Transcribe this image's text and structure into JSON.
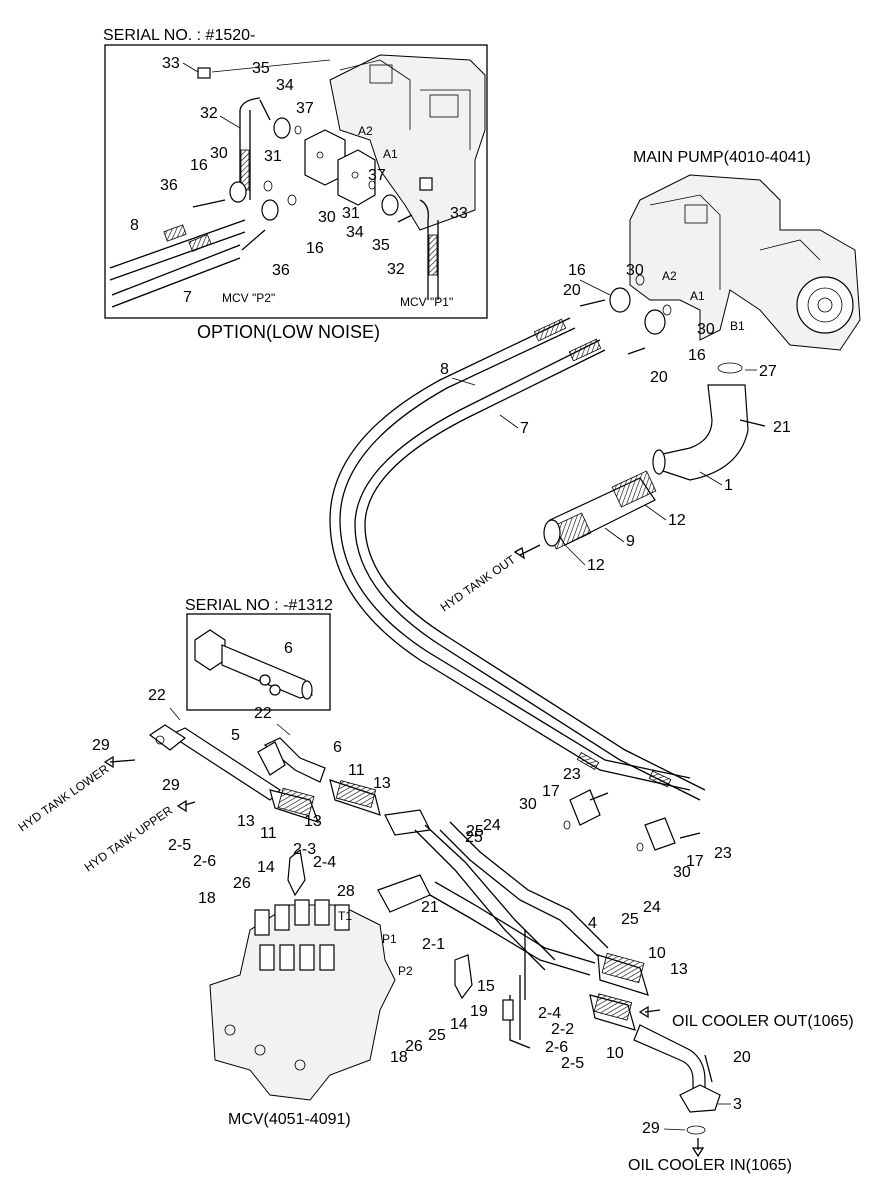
{
  "inset_top": {
    "title": "SERIAL NO. : #1520-",
    "caption": "OPTION(LOW NOISE)",
    "port_p2": "MCV \"P2\"",
    "port_p1": "MCV \"P1\"",
    "port_a2": "A2",
    "port_a1": "A1",
    "callouts": [
      "33",
      "35",
      "34",
      "37",
      "32",
      "31",
      "30",
      "16",
      "36",
      "8",
      "7",
      "37",
      "31",
      "33",
      "34",
      "35",
      "32",
      "30",
      "16",
      "36"
    ]
  },
  "inset_mid": {
    "title": "SERIAL NO : -#1312",
    "callouts": [
      "6"
    ]
  },
  "main_pump": {
    "title": "MAIN PUMP(4010-4041)",
    "port_a2": "A2",
    "port_a1": "A1",
    "port_b1": "B1"
  },
  "mcv": {
    "title": "MCV(4051-4091)",
    "port_t1": "T1",
    "port_p1": "P1",
    "port_p2": "P2"
  },
  "flow_labels": {
    "hyd_tank_out": "HYD TANK OUT",
    "hyd_tank_lower": "HYD TANK LOWER",
    "hyd_tank_upper": "HYD TANK UPPER",
    "oil_cooler_out": "OIL COOLER OUT(1065)",
    "oil_cooler_in": "OIL COOLER IN(1065)"
  },
  "callouts_main": [
    "16",
    "30",
    "20",
    "30",
    "16",
    "20",
    "27",
    "8",
    "7",
    "21",
    "1",
    "12",
    "9",
    "12",
    "22",
    "22",
    "5",
    "6",
    "29",
    "29",
    "11",
    "13",
    "11",
    "13",
    "13",
    "2-5",
    "2-6",
    "2-3",
    "2-4",
    "14",
    "25",
    "26",
    "18",
    "28",
    "21",
    "23",
    "17",
    "30",
    "25",
    "24",
    "30",
    "17",
    "23",
    "2-1",
    "4",
    "10",
    "13",
    "25",
    "24",
    "15",
    "19",
    "14",
    "25",
    "26",
    "18",
    "2-4",
    "2-2",
    "2-6",
    "2-5",
    "10",
    "20",
    "3",
    "29"
  ]
}
